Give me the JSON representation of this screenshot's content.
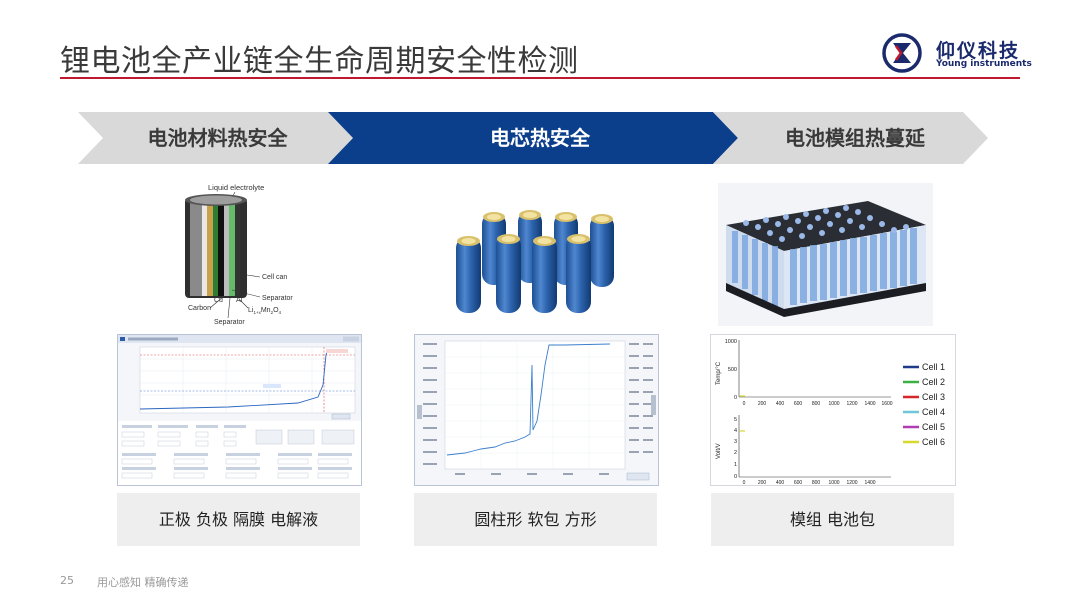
{
  "title": "锂电池全产业链全生命周期安全性检测",
  "brand": {
    "cn": "仰仪科技",
    "en": "Young instruments",
    "color": "#1a2a6c",
    "accent": "#c0182f",
    "icon": "young-logo-icon"
  },
  "stages": [
    {
      "label": "电池材料热安全",
      "fill": "#d9d9d9",
      "text_color": "#3a3a3a"
    },
    {
      "label": "电芯热安全",
      "fill": "#0b3f8c",
      "text_color": "#ffffff"
    },
    {
      "label": "电池模组热蔓延",
      "fill": "#d9d9d9",
      "text_color": "#3a3a3a"
    }
  ],
  "diagram": {
    "liquid_electrolyte": "Liquid electrolyte",
    "cell_can": "Cell can",
    "separator_right": "Separator",
    "carbon": "Carbon",
    "cu": "Cu",
    "al": "Al",
    "li": "Li",
    "li_sub": "1+x",
    "mn": "Mn",
    "mn_sub": "2",
    "o": "O",
    "o_sub": "4",
    "separator_bottom": "Separator"
  },
  "chart3": {
    "y_top_label": "Temp/°C",
    "y_bottom_label": "Volt/V",
    "top_yticks": [
      "1000",
      "500",
      "0"
    ],
    "bottom_yticks": [
      "5",
      "4",
      "3",
      "2",
      "1",
      "0"
    ],
    "xticks": [
      "0",
      "200",
      "400",
      "600",
      "800",
      "1000",
      "1200",
      "1400",
      "1600"
    ],
    "legend": [
      {
        "name": "Cell 1",
        "color": "#1f3b8c"
      },
      {
        "name": "Cell 2",
        "color": "#3cb043"
      },
      {
        "name": "Cell 3",
        "color": "#d62728"
      },
      {
        "name": "Cell 4",
        "color": "#6fc7d9"
      },
      {
        "name": "Cell 5",
        "color": "#b23cb2"
      },
      {
        "name": "Cell 6",
        "color": "#d9d92c"
      }
    ]
  },
  "captions": [
    "正极 负极 隔膜 电解液",
    "圆柱形 软包 方形",
    "模组 电池包"
  ],
  "footer": {
    "page": "25",
    "slogan": "用心感知 精确传递"
  }
}
